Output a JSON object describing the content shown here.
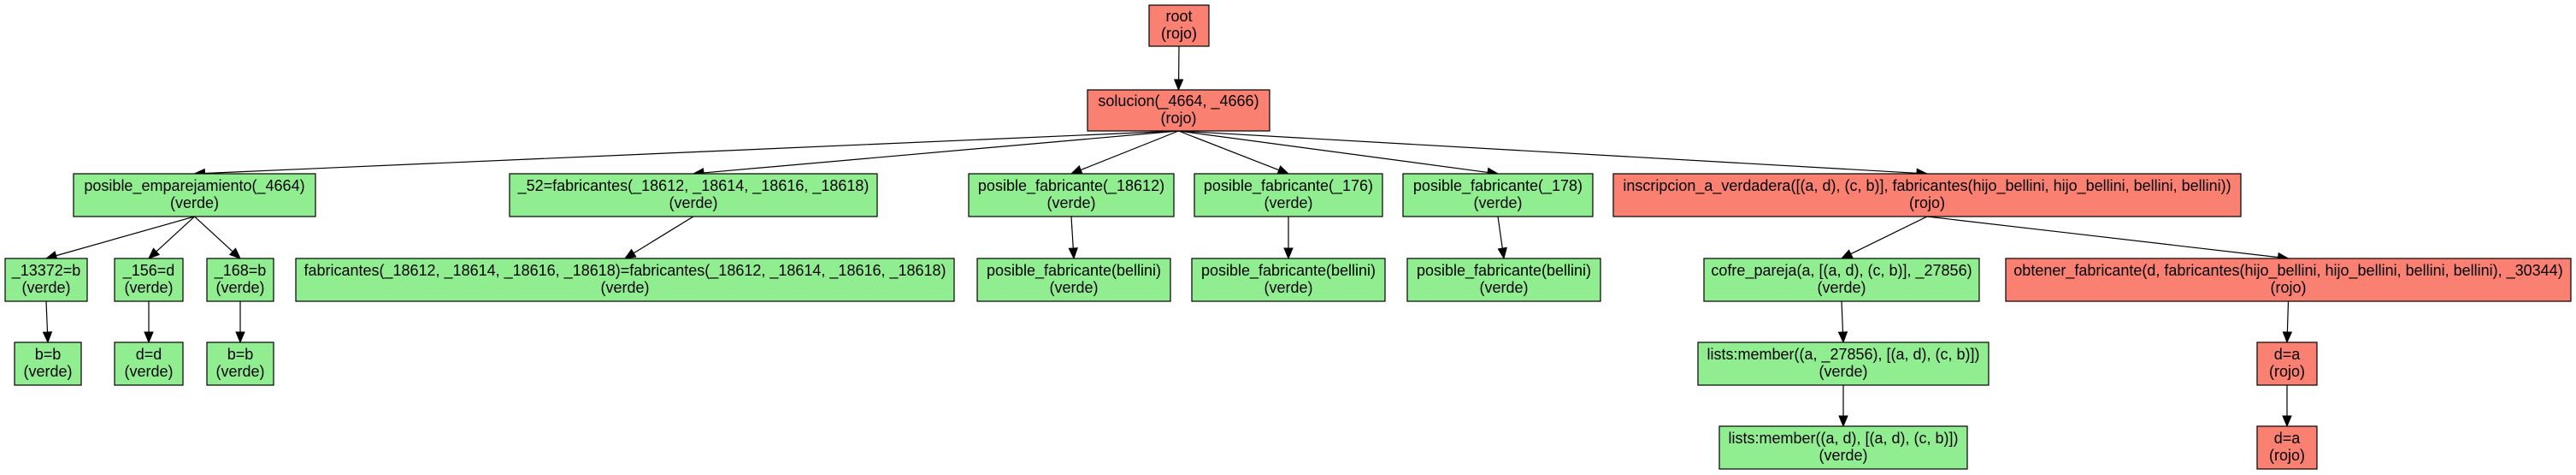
{
  "colors": {
    "rojo": "#fa8072",
    "verde": "#90ee90",
    "border": "#000000"
  },
  "nodes": [
    {
      "id": "n_root",
      "label": "root",
      "status": "(rojo)",
      "color": "rojo"
    },
    {
      "id": "n_solucion",
      "label": "solucion(_4664, _4666)",
      "status": "(rojo)",
      "color": "rojo"
    },
    {
      "id": "n_emparejamiento",
      "label": "posible_emparejamiento(_4664)",
      "status": "(verde)",
      "color": "verde"
    },
    {
      "id": "n_52",
      "label": "_52=fabricantes(_18612, _18614, _18616, _18618)",
      "status": "(verde)",
      "color": "verde"
    },
    {
      "id": "n_fab18612",
      "label": "posible_fabricante(_18612)",
      "status": "(verde)",
      "color": "verde"
    },
    {
      "id": "n_fab176",
      "label": "posible_fabricante(_176)",
      "status": "(verde)",
      "color": "verde"
    },
    {
      "id": "n_fab178",
      "label": "posible_fabricante(_178)",
      "status": "(verde)",
      "color": "verde"
    },
    {
      "id": "n_inscripcion",
      "label": "inscripcion_a_verdadera([(a, d), (c, b)], fabricantes(hijo_bellini, hijo_bellini, bellini, bellini))",
      "status": "(rojo)",
      "color": "rojo"
    },
    {
      "id": "n_13372",
      "label": "_13372=b",
      "status": "(verde)",
      "color": "verde"
    },
    {
      "id": "n_156",
      "label": "_156=d",
      "status": "(verde)",
      "color": "verde"
    },
    {
      "id": "n_168",
      "label": "_168=b",
      "status": "(verde)",
      "color": "verde"
    },
    {
      "id": "n_fabeq",
      "label": "fabricantes(_18612, _18614, _18616, _18618)=fabricantes(_18612, _18614, _18616, _18618)",
      "status": "(verde)",
      "color": "verde"
    },
    {
      "id": "n_pfb1",
      "label": "posible_fabricante(bellini)",
      "status": "(verde)",
      "color": "verde"
    },
    {
      "id": "n_pfb2",
      "label": "posible_fabricante(bellini)",
      "status": "(verde)",
      "color": "verde"
    },
    {
      "id": "n_pfb3",
      "label": "posible_fabricante(bellini)",
      "status": "(verde)",
      "color": "verde"
    },
    {
      "id": "n_cofre",
      "label": "cofre_pareja(a, [(a, d), (c, b)], _27856)",
      "status": "(verde)",
      "color": "verde"
    },
    {
      "id": "n_obtener",
      "label": "obtener_fabricante(d, fabricantes(hijo_bellini, hijo_bellini, bellini, bellini), _30344)",
      "status": "(rojo)",
      "color": "rojo"
    },
    {
      "id": "n_bb1",
      "label": "b=b",
      "status": "(verde)",
      "color": "verde"
    },
    {
      "id": "n_dd",
      "label": "d=d",
      "status": "(verde)",
      "color": "verde"
    },
    {
      "id": "n_bb2",
      "label": "b=b",
      "status": "(verde)",
      "color": "verde"
    },
    {
      "id": "n_member1",
      "label": "lists:member((a, _27856), [(a, d), (c, b)])",
      "status": "(verde)",
      "color": "verde"
    },
    {
      "id": "n_da1",
      "label": "d=a",
      "status": "(rojo)",
      "color": "rojo"
    },
    {
      "id": "n_member2",
      "label": "lists:member((a, d), [(a, d), (c, b)])",
      "status": "(verde)",
      "color": "verde"
    },
    {
      "id": "n_da2",
      "label": "d=a",
      "status": "(rojo)",
      "color": "rojo"
    }
  ],
  "edges": [
    {
      "from": "n_root",
      "to": "n_solucion"
    },
    {
      "from": "n_solucion",
      "to": "n_emparejamiento"
    },
    {
      "from": "n_solucion",
      "to": "n_52"
    },
    {
      "from": "n_solucion",
      "to": "n_fab18612"
    },
    {
      "from": "n_solucion",
      "to": "n_fab176"
    },
    {
      "from": "n_solucion",
      "to": "n_fab178"
    },
    {
      "from": "n_solucion",
      "to": "n_inscripcion"
    },
    {
      "from": "n_emparejamiento",
      "to": "n_13372"
    },
    {
      "from": "n_emparejamiento",
      "to": "n_156"
    },
    {
      "from": "n_emparejamiento",
      "to": "n_168"
    },
    {
      "from": "n_13372",
      "to": "n_bb1"
    },
    {
      "from": "n_156",
      "to": "n_dd"
    },
    {
      "from": "n_168",
      "to": "n_bb2"
    },
    {
      "from": "n_52",
      "to": "n_fabeq"
    },
    {
      "from": "n_fab18612",
      "to": "n_pfb1"
    },
    {
      "from": "n_fab176",
      "to": "n_pfb2"
    },
    {
      "from": "n_fab178",
      "to": "n_pfb3"
    },
    {
      "from": "n_inscripcion",
      "to": "n_cofre"
    },
    {
      "from": "n_inscripcion",
      "to": "n_obtener"
    },
    {
      "from": "n_cofre",
      "to": "n_member1"
    },
    {
      "from": "n_member1",
      "to": "n_member2"
    },
    {
      "from": "n_obtener",
      "to": "n_da1"
    },
    {
      "from": "n_da1",
      "to": "n_da2"
    }
  ]
}
